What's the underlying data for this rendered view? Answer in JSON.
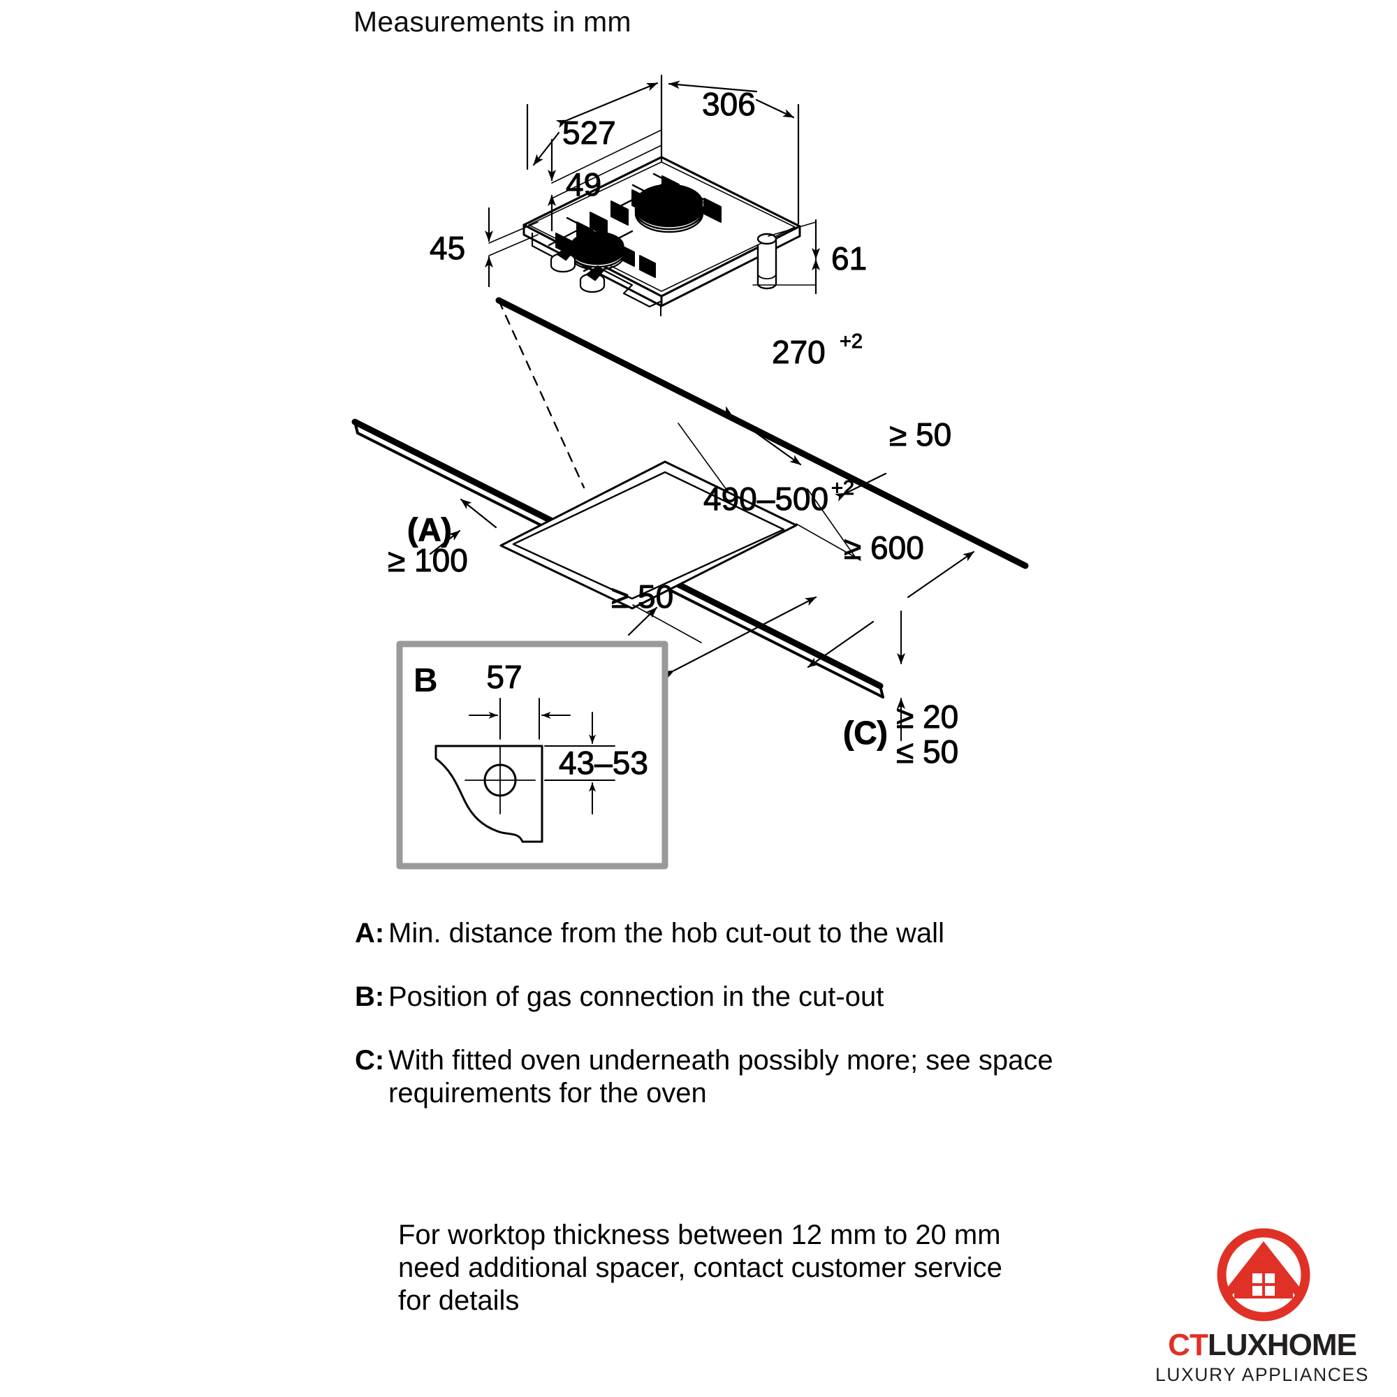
{
  "header": {
    "title": "Measurements in mm"
  },
  "appliance_dimensions": {
    "width_total": "527",
    "depth_total": "306",
    "offset_rear": "49",
    "offset_front": "45",
    "height_below": "61"
  },
  "cutout_dimensions": {
    "depth": "270",
    "depth_tolerance": "+2",
    "width": "490–500",
    "width_tolerance": "+2",
    "min_rear_gap": "≥ 50",
    "min_front_gap": "≥ 50",
    "min_wall_left": "≥ 100",
    "min_above": "≥ 600",
    "worktop_min": "≥ 20",
    "worktop_max": "≤ 50",
    "marker_a": "(A)",
    "marker_c": "(C)"
  },
  "detail_box_b": {
    "label": "B",
    "width": "57",
    "height_range": "43–53"
  },
  "legend": [
    {
      "key": "A:",
      "text": "Min. distance from the hob cut-out to the wall"
    },
    {
      "key": "B:",
      "text": "Position of gas connection in the cut-out"
    },
    {
      "key": "C:",
      "text": "With fitted oven underneath possibly more; see space requirements for the oven"
    }
  ],
  "note": {
    "text": "For worktop thickness between 12 mm to 20 mm need additional spacer, contact customer service for details"
  },
  "logo": {
    "brand_first": "CT",
    "brand_second": "LUXHOME",
    "tagline": "LUXURY APPLIANCES",
    "accent_color": "#E03127",
    "dark_color": "#231f20"
  }
}
